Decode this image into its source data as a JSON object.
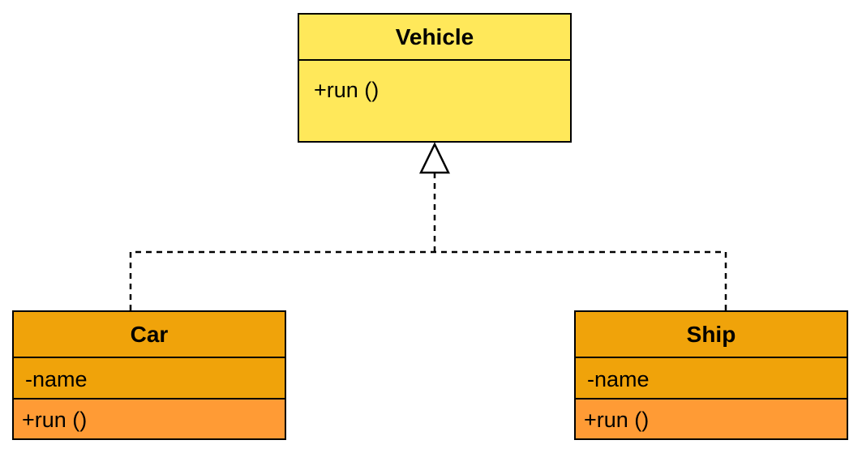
{
  "classes": {
    "vehicle": {
      "name": "Vehicle",
      "operations": "+run ()"
    },
    "car": {
      "name": "Car",
      "attributes": "-name",
      "operations": "+run ()"
    },
    "ship": {
      "name": "Ship",
      "attributes": "-name",
      "operations": "+run ()"
    }
  },
  "colors": {
    "interface_fill": "#FFE85A",
    "class_header_fill": "#F0A30A",
    "operations_fill": "#FF9B35",
    "line": "#000000"
  },
  "relationships": [
    {
      "type": "realization",
      "from": "Car",
      "to": "Vehicle"
    },
    {
      "type": "realization",
      "from": "Ship",
      "to": "Vehicle"
    }
  ]
}
